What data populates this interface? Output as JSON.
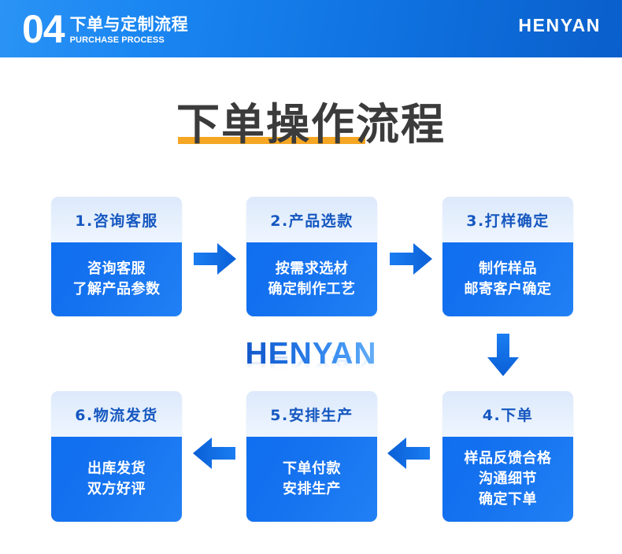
{
  "banner": {
    "number": "04",
    "title_cn": "下单与定制流程",
    "title_en": "PURCHASE PROCESS",
    "brand": "HENYAN",
    "gradient_from": "#2b93f5",
    "gradient_to": "#0a5fcb"
  },
  "page": {
    "title": "下单操作流程",
    "title_color": "#3b3b3b",
    "underline_color": "#f5a623"
  },
  "watermark": {
    "text": "HENYAN",
    "color_from": "#1257c9",
    "color_to": "#68b0f7"
  },
  "flow": {
    "accent_color": "#0f6ff0",
    "head_bg": "#e6f0fd",
    "head_text_color": "#1557c0",
    "steps": [
      {
        "id": "step-1",
        "heading": "1.咨询客服",
        "lines": [
          "咨询客服",
          "了解产品参数"
        ]
      },
      {
        "id": "step-2",
        "heading": "2.产品选款",
        "lines": [
          "按需求选材",
          "确定制作工艺"
        ]
      },
      {
        "id": "step-3",
        "heading": "3.打样确定",
        "lines": [
          "制作样品",
          "邮寄客户确定"
        ]
      },
      {
        "id": "step-4",
        "heading": "4.下单",
        "lines": [
          "样品反馈合格",
          "沟通细节",
          "确定下单"
        ]
      },
      {
        "id": "step-5",
        "heading": "5.安排生产",
        "lines": [
          "下单付款",
          "安排生产"
        ]
      },
      {
        "id": "step-6",
        "heading": "6.物流发货",
        "lines": [
          "出库发货",
          "双方好评"
        ]
      }
    ],
    "arrows": [
      {
        "id": "arrow-1",
        "direction": "right",
        "from": "1.咨询客服",
        "to": "2.产品选款"
      },
      {
        "id": "arrow-2",
        "direction": "right",
        "from": "2.产品选款",
        "to": "3.打样确定"
      },
      {
        "id": "arrow-3",
        "direction": "down",
        "from": "3.打样确定",
        "to": "4.下单"
      },
      {
        "id": "arrow-4",
        "direction": "left",
        "from": "4.下单",
        "to": "5.安排生产"
      },
      {
        "id": "arrow-5",
        "direction": "left",
        "from": "5.安排生产",
        "to": "6.物流发货"
      }
    ]
  }
}
